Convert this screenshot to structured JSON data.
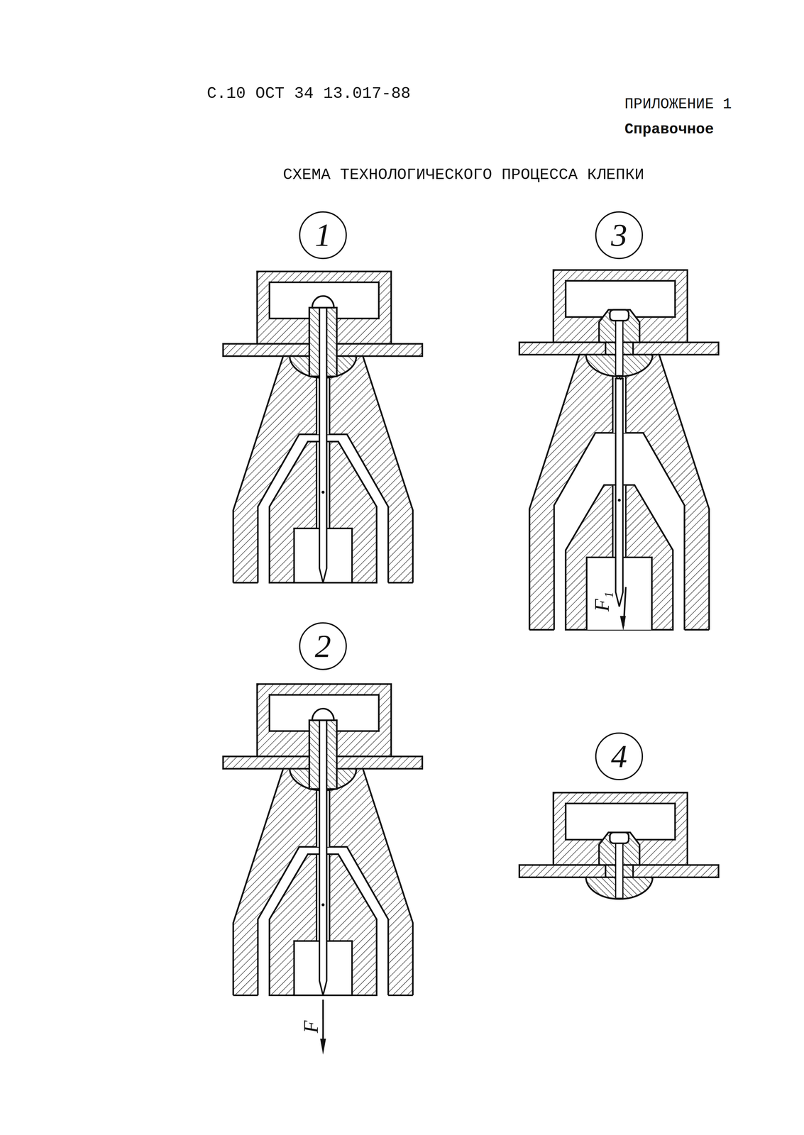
{
  "diagram": {
    "title": "СХЕМА ТЕХНОЛОГИЧЕСКОГО ПРОЦЕССА КЛЕПКИ",
    "nodes": [
      {
        "text": [
          "1"
        ]
      },
      {
        "text": [
          "3"
        ]
      },
      {
        "text": [
          "2"
        ]
      },
      {
        "text": [
          "4"
        ]
      }
    ],
    "labels": [
      "С.10 ОСТ 34 13.017-88",
      "ПРИЛОЖЕНИЕ 1",
      "Справочное",
      "F₁",
      "F"
    ]
  }
}
